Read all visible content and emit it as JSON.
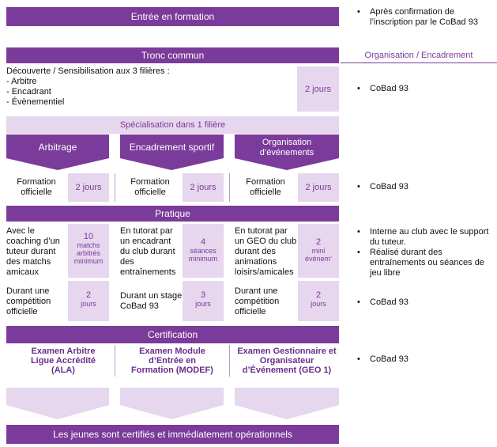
{
  "header": {
    "entry": "Entrée en formation"
  },
  "tronc": {
    "title": "Tronc commun",
    "lines": [
      "Découverte / Sensibilisation aux 3 filières :",
      "- Arbitre",
      "- Encadrant",
      "- Évènementiel"
    ],
    "duration": "2 jours"
  },
  "specialisation": {
    "title": "Spécialisation dans 1 filière"
  },
  "filieres": [
    {
      "name": "Arbitrage",
      "formation": "Formation officielle",
      "duration": "2 jours"
    },
    {
      "name": "Encadrement sportif",
      "formation": "Formation officielle",
      "duration": "2 jours"
    },
    {
      "name": "Organisation d’événements",
      "formation": "Formation officielle",
      "duration": "2 jours"
    }
  ],
  "pratique": {
    "title": "Pratique",
    "row1": [
      {
        "text": "Avec le coaching d’un tuteur durant des matchs amicaux",
        "num": "10",
        "unit": "matchs arbitrés minimum"
      },
      {
        "text": "En tutorat par un encadrant du club durant des entraînements",
        "num": "4",
        "unit": "séances minimum"
      },
      {
        "text": "En tutorat par un GEO du club durant des animations loisirs/amicales",
        "num": "2",
        "unit": "mini événem’"
      }
    ],
    "row2": [
      {
        "text": "Durant une compétition officielle",
        "num": "2",
        "unit": "jours"
      },
      {
        "text": "Durant un stage CoBad 93",
        "num": "3",
        "unit": "jours"
      },
      {
        "text": "Durant une compétition officielle",
        "num": "2",
        "unit": "jours"
      }
    ]
  },
  "certification": {
    "title": "Certification",
    "exams": [
      "Examen Arbitre Ligue Accrédité (ALA)",
      "Examen Module d’Entrée en Formation (MODEF)",
      "Examen Gestionnaire et Organisateur d’Événement (GEO 1)"
    ]
  },
  "footer": {
    "result": "Les jeunes sont certifiés et immédiatement opérationnels"
  },
  "side": {
    "header": "Organisation / Encadrement",
    "notes": [
      "Après confirmation de l’inscription par le CoBad 93",
      "CoBad 93",
      "CoBad 93",
      "Interne au club avec le support du tuteur.",
      "Réalisé durant des entraînements ou séances de jeu libre",
      "CoBad 93",
      "CoBad 93"
    ]
  },
  "colors": {
    "primary": "#7b3b9a",
    "light": "#e6d6ee"
  }
}
